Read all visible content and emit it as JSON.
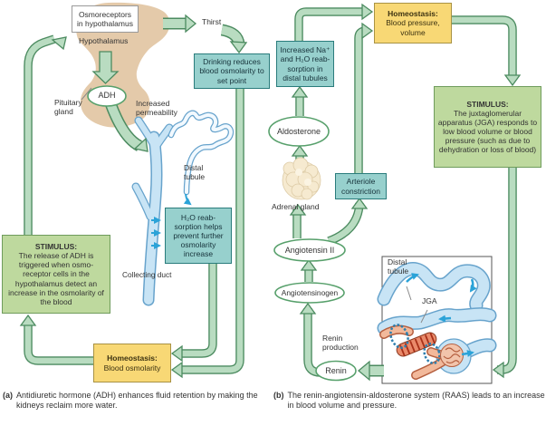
{
  "colors": {
    "arrow_fill": "#b9dcc1",
    "arrow_stroke": "#4c8b60",
    "teal_box": "#97d0cd",
    "teal_border": "#2a7c7c",
    "yellow_box": "#f8d875",
    "green_box": "#bed99e",
    "hypothalamus_tan": "#e4caaa",
    "duct_blue": "#c8e4f5",
    "cyan_arrow": "#2ba3d8"
  },
  "panel_a": {
    "osmoreceptors_box": "Osmoreceptors in hypothalamus",
    "hypothalamus_label": "Hypothalamus",
    "adh_oval": "ADH",
    "pituitary_label": "Pituitary gland",
    "thirst_label": "Thirst",
    "drinking_box": "Drinking reduces blood osmolarity to set point",
    "increased_permeability_label": "Increased permeability",
    "distal_tubule_label": "Distal tubule",
    "collecting_duct_label": "Collecting duct",
    "h2o_box": "H₂O reab- sorption helps prevent further osmolarity increase",
    "stimulus_title": "STIMULUS:",
    "stimulus_body": "The release of ADH is triggered when osmo- receptor cells in the hypothalamus detect an increase in the osmolarity of the blood",
    "homeostasis_title": "Homeostasis:",
    "homeostasis_body": "Blood osmolarity",
    "caption_label": "(a)",
    "caption": "Antidiuretic hormone (ADH) enhances fluid retention by making the kidneys reclaim more water."
  },
  "panel_b": {
    "homeostasis_title": "Homeostasis:",
    "homeostasis_body": "Blood pressure, volume",
    "stimulus_title": "STIMULUS:",
    "stimulus_body": "The juxtaglomerular apparatus (JGA) responds to low blood volume or blood pressure (such as due to dehydration or loss of blood)",
    "increased_na_box": "Increased Na⁺ and H₂O reab- sorption in distal tubules",
    "aldosterone_oval": "Aldosterone",
    "adrenal_gland_label": "Adrenal gland",
    "arteriole_box": "Arteriole constriction",
    "angiotensin2_oval": "Angiotensin II",
    "angiotensinogen_oval": "Angiotensinogen",
    "renin_production_label": "Renin production",
    "renin_oval": "Renin",
    "inset": {
      "distal_tubule_label": "Distal tubule",
      "jga_label": "JGA"
    },
    "caption_label": "(b)",
    "caption": "The renin-angiotensin-aldosterone system (RAAS) leads to an increase in blood volume and pressure."
  }
}
